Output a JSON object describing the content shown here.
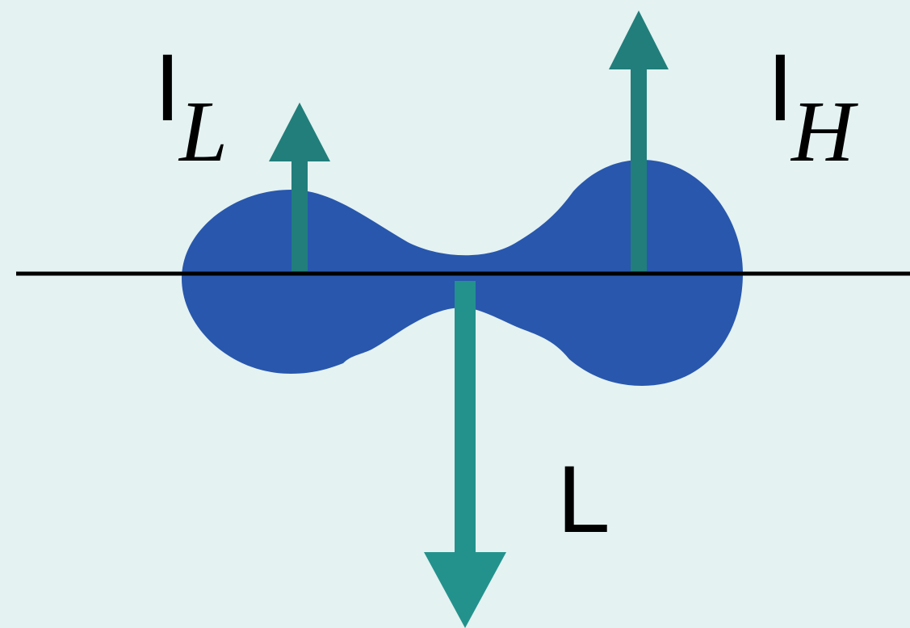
{
  "labels": {
    "I_L": {
      "main": "I",
      "sub": "L"
    },
    "I_H": {
      "main": "I",
      "sub": "H"
    },
    "L": "L"
  },
  "colors": {
    "background": "#e4f2f1",
    "blob": "#2857ad",
    "arrow_up": "#217e7b",
    "arrow_down": "#23928d",
    "baseline": "#000000"
  }
}
